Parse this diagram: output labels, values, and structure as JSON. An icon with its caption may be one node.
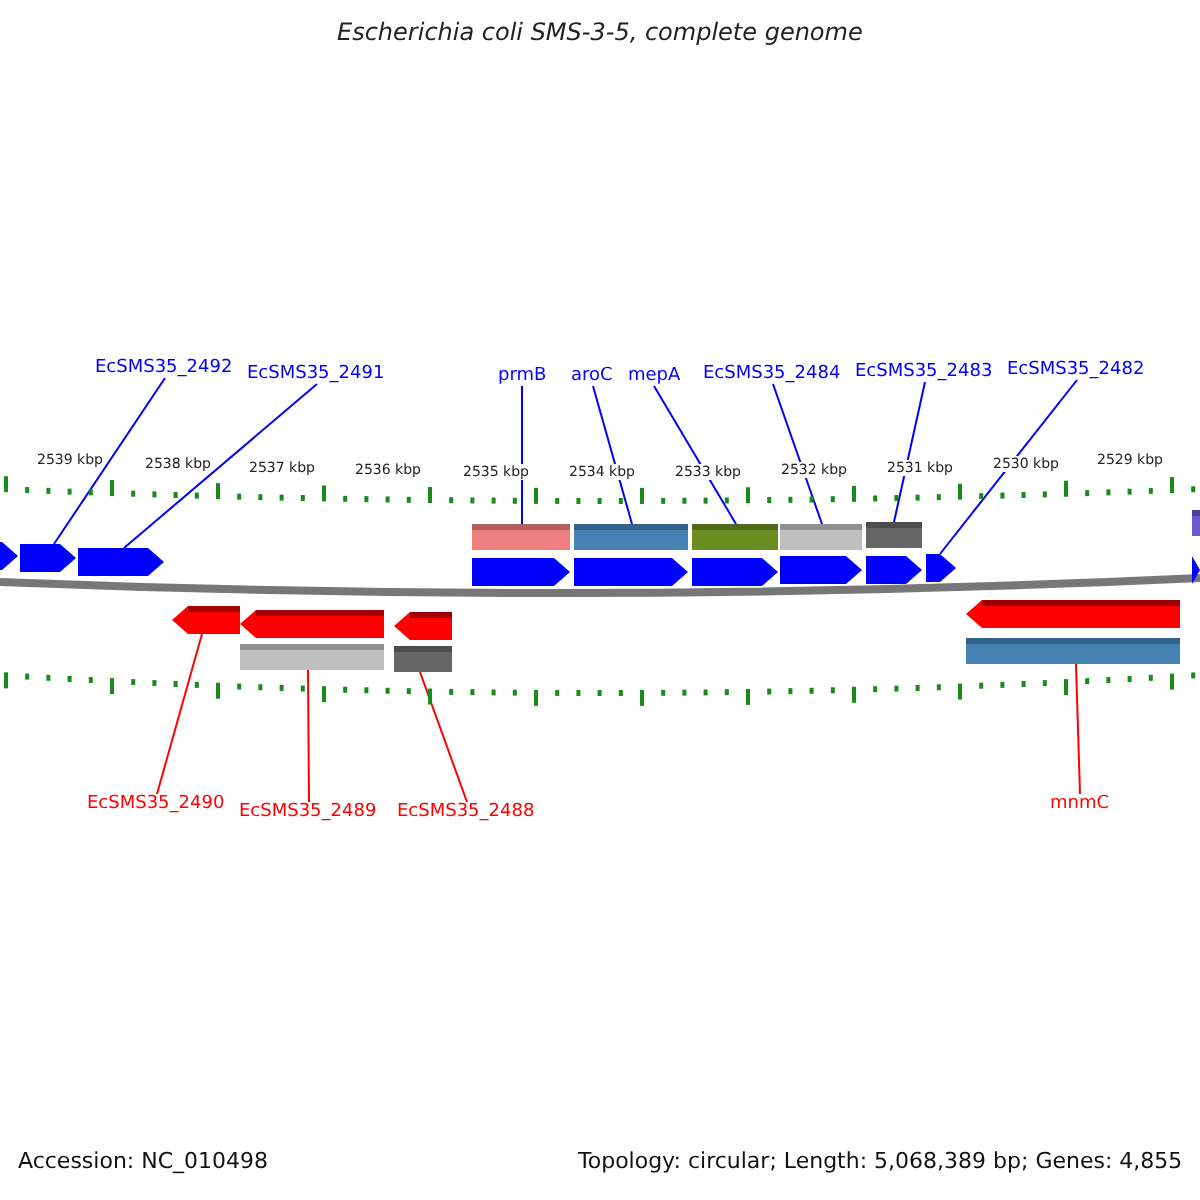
{
  "diagram": {
    "title": "Escherichia coli SMS-3-5, complete genome",
    "nodes": [
      {
        "text": [
          "EcSMS35_2492"
        ]
      },
      {
        "text": [
          "EcSMS35_2491"
        ]
      },
      {
        "text": [
          "prmB"
        ]
      },
      {
        "text": [
          "aroC"
        ]
      },
      {
        "text": [
          "mepA"
        ]
      },
      {
        "text": [
          "EcSMS35_2484"
        ]
      },
      {
        "text": [
          "EcSMS35_2483"
        ]
      },
      {
        "text": [
          "EcSMS35_2482"
        ]
      },
      {
        "text": [
          "EcSMS35_2490"
        ]
      },
      {
        "text": [
          "EcSMS35_2489"
        ]
      },
      {
        "text": [
          "EcSMS35_2488"
        ]
      },
      {
        "text": [
          "mnmC"
        ]
      },
      {
        "text": [],
        "shape": "bar"
      },
      {
        "text": [],
        "shape": "bar"
      },
      {
        "text": [],
        "shape": "bar"
      },
      {
        "text": [],
        "shape": "bar"
      },
      {
        "text": [],
        "shape": "bar"
      },
      {
        "text": [],
        "shape": "bar"
      },
      {
        "text": [],
        "shape": "bar"
      },
      {
        "text": [],
        "shape": "bar"
      },
      {
        "text": [],
        "shape": "bar"
      },
      {
        "text": [],
        "shape": "bar"
      },
      {
        "text": [],
        "shape": "bar"
      },
      {
        "text": [],
        "shape": "bar"
      },
      {
        "text": [],
        "shape": "bar"
      },
      {
        "text": [],
        "shape": "bar"
      }
    ],
    "edges": [
      {
        "from": 0,
        "to": 13,
        "arrow": "none"
      },
      {
        "from": 1,
        "to": 14,
        "arrow": "none"
      },
      {
        "from": 2,
        "to": 15,
        "arrow": "none"
      },
      {
        "from": 3,
        "to": 16,
        "arrow": "none"
      },
      {
        "from": 4,
        "to": 17,
        "arrow": "none"
      },
      {
        "from": 5,
        "to": 18,
        "arrow": "none"
      },
      {
        "from": 6,
        "to": 19,
        "arrow": "none"
      },
      {
        "from": 7,
        "to": 20,
        "arrow": "none"
      },
      {
        "from": 8,
        "to": 22,
        "arrow": "none",
        "color": "#ff0000"
      },
      {
        "from": 9,
        "to": 23,
        "arrow": "none",
        "color": "#ff0000"
      },
      {
        "from": 10,
        "to": 24,
        "arrow": "none",
        "color": "#ff0000"
      },
      {
        "from": 11,
        "to": 25,
        "arrow": "none",
        "color": "#ff0000"
      }
    ],
    "labels": [
      "2539 kbp",
      "2538 kbp",
      "2537 kbp",
      "2536 kbp",
      "2535 kbp",
      "2534 kbp",
      "2533 kbp",
      "2532 kbp",
      "2531 kbp",
      "2530 kbp",
      "2529 kbp",
      "Accession: NC_010498",
      "Topology: circular; Length: 5,068,389 bp; Genes: 4,855"
    ]
  }
}
